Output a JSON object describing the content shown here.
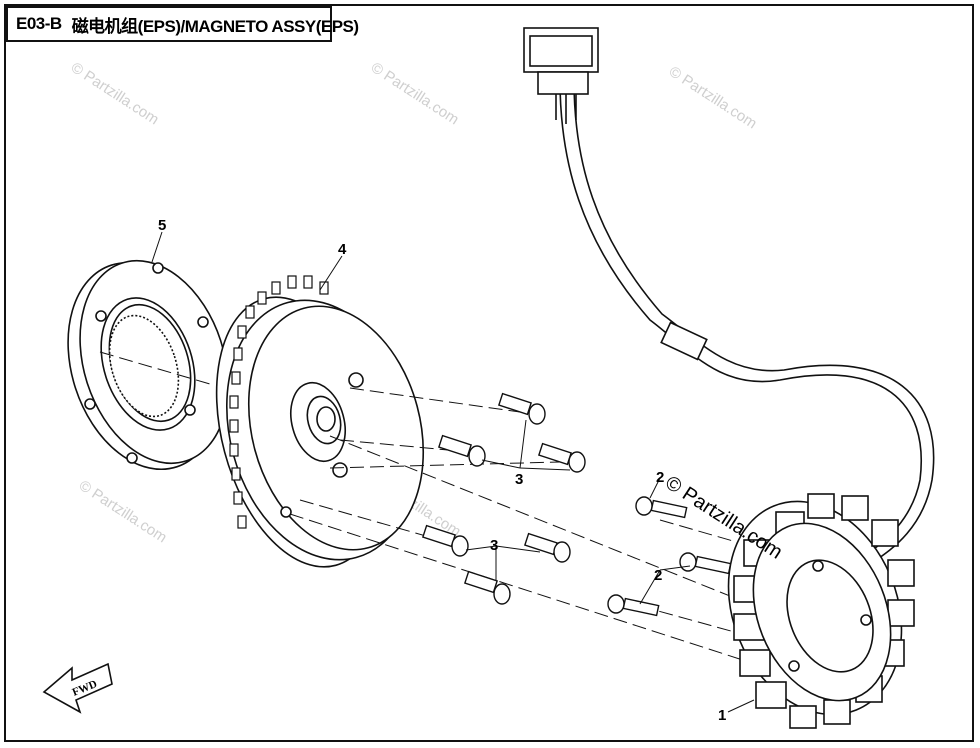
{
  "diagram": {
    "code": "E03-B",
    "title": "磁电机组(EPS)/MAGNETO ASSY(EPS)",
    "fwd_label": "FWD",
    "watermark": "© Partzilla.com",
    "watermark_prominent": "© Partzilla.com",
    "callouts": {
      "stator": "1",
      "stator_bolt_a": "2",
      "stator_bolt_b": "2",
      "rotor_bolt_a": "3",
      "rotor_bolt_b": "3",
      "flywheel": "4",
      "starter_clutch": "5"
    }
  }
}
